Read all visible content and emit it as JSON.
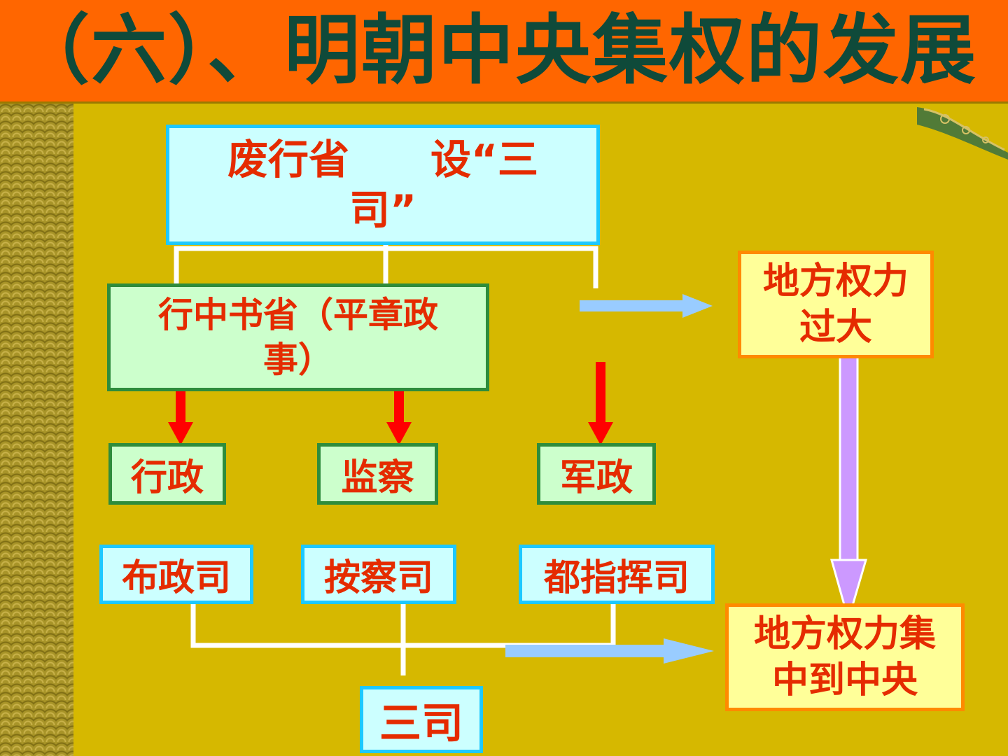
{
  "title": "（六）、明朝中央集权的发展",
  "boxes": {
    "top": "废行省　　设“三司”",
    "zhongshu": "行中书省（平章政事）",
    "xingzheng": "行政",
    "jiancha": "监察",
    "junzheng": "军政",
    "bu": "布政司",
    "an": "按察司",
    "du": "都指挥司",
    "sansi": "三司",
    "difang1": "地方权力过大",
    "difang2": "地方权力集中到中央"
  },
  "colors": {
    "background": "#d6b800",
    "title_bar": "#ff6600",
    "title_text": "#0f4a3a",
    "box_text": "#e52b00",
    "cyan_border": "#1ec8ff",
    "green_border": "#2e8c3c",
    "orange_border": "#ff8a00",
    "red_arrow": "#ff0000",
    "blue_arrow": "#99ccff",
    "purple_arrow": "#cc99ff"
  }
}
